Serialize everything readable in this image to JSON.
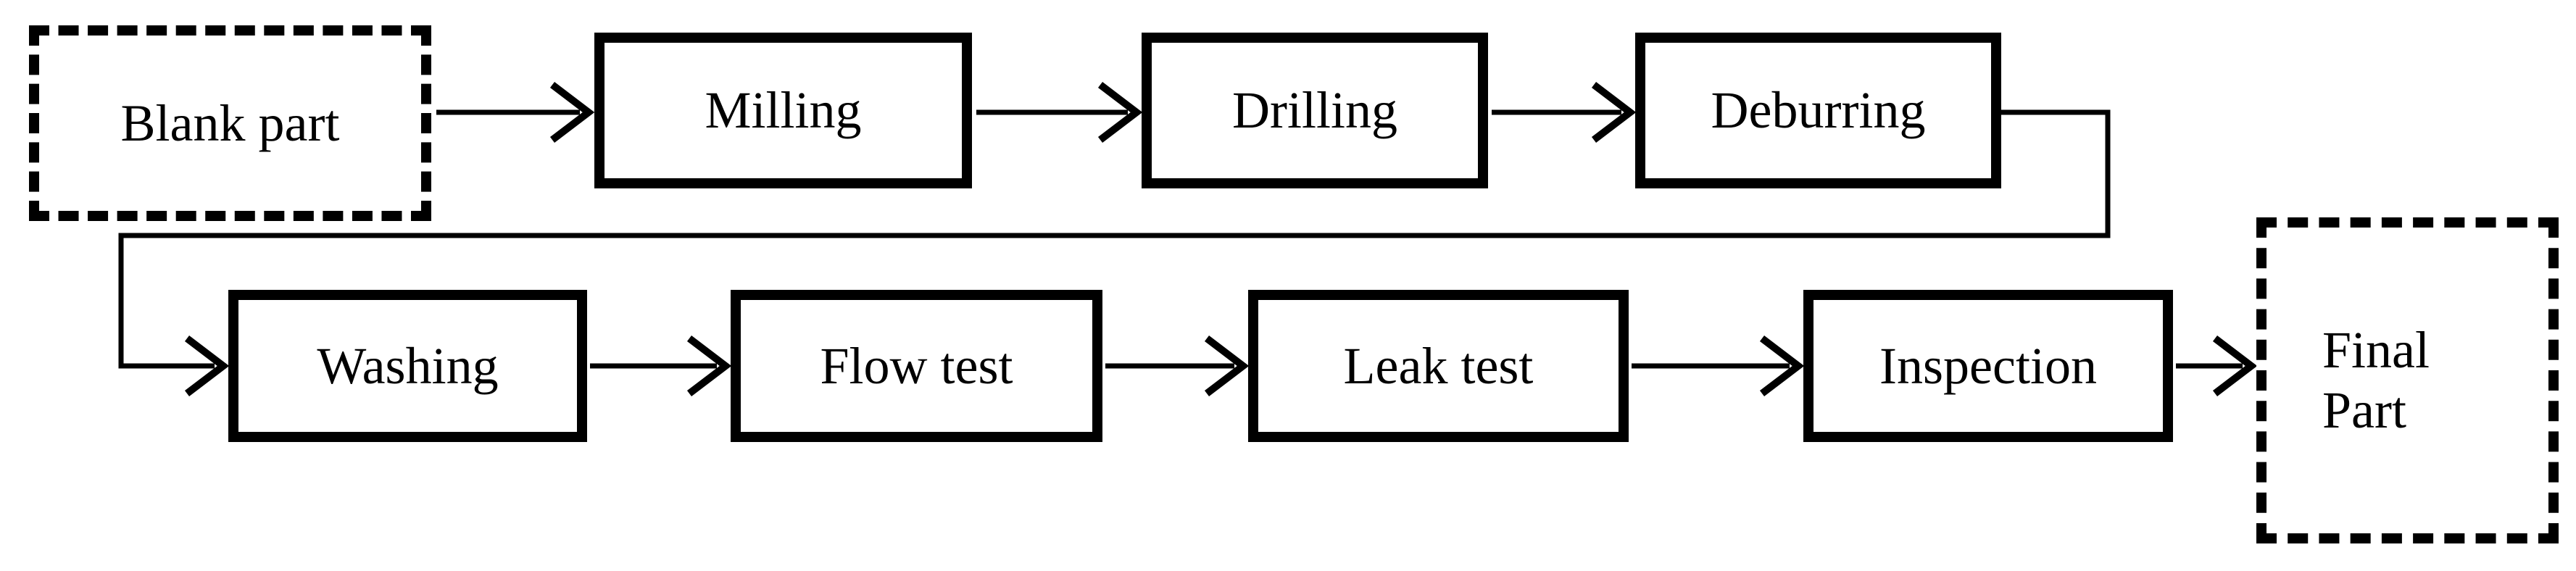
{
  "colors": {
    "ink": "#000000",
    "background": "#ffffff"
  },
  "flowchart": {
    "nodes": [
      {
        "id": "blank-part",
        "label": "Blank part",
        "style": "dashed"
      },
      {
        "id": "milling",
        "label": "Milling",
        "style": "solid"
      },
      {
        "id": "drilling",
        "label": "Drilling",
        "style": "solid"
      },
      {
        "id": "deburring",
        "label": "Deburring",
        "style": "solid"
      },
      {
        "id": "washing",
        "label": "Washing",
        "style": "solid"
      },
      {
        "id": "flow-test",
        "label": "Flow test",
        "style": "solid"
      },
      {
        "id": "leak-test",
        "label": "Leak test",
        "style": "solid"
      },
      {
        "id": "inspection",
        "label": "Inspection",
        "style": "solid"
      },
      {
        "id": "final-part",
        "label": "Final Part",
        "style": "dashed"
      }
    ],
    "edges": [
      {
        "from": "Blank part",
        "to": "Milling"
      },
      {
        "from": "Milling",
        "to": "Drilling"
      },
      {
        "from": "Drilling",
        "to": "Deburring"
      },
      {
        "from": "Deburring",
        "to": "Washing"
      },
      {
        "from": "Washing",
        "to": "Flow test"
      },
      {
        "from": "Flow test",
        "to": "Leak test"
      },
      {
        "from": "Leak test",
        "to": "Inspection"
      },
      {
        "from": "Inspection",
        "to": "Final Part"
      }
    ]
  }
}
